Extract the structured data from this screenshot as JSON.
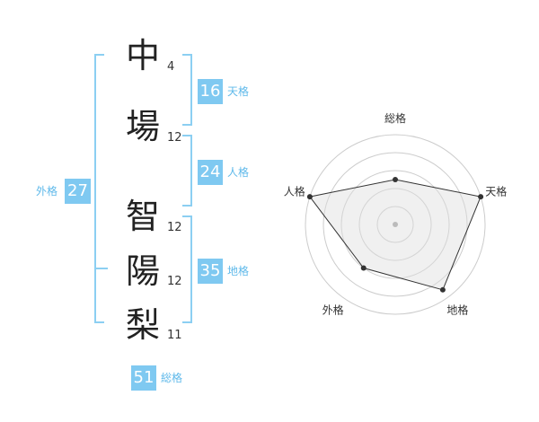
{
  "name": {
    "chars": [
      {
        "char": "中",
        "strokes": "4"
      },
      {
        "char": "場",
        "strokes": "12"
      },
      {
        "char": "智",
        "strokes": "12"
      },
      {
        "char": "陽",
        "strokes": "12"
      },
      {
        "char": "梨",
        "strokes": "11"
      }
    ]
  },
  "kakusu": {
    "tenkaku": {
      "value": "16",
      "label": "天格"
    },
    "jinkaku": {
      "value": "24",
      "label": "人格"
    },
    "chikaku": {
      "value": "35",
      "label": "地格"
    },
    "gaikaku": {
      "value": "27",
      "label": "外格"
    },
    "soukaku": {
      "value": "51",
      "label": "総格"
    }
  },
  "colors": {
    "accent": "#7fc9f1",
    "bracket": "#8ccff2",
    "polygon_fill": "#dddddd",
    "ring": "#cccccc"
  },
  "chart_data": {
    "type": "radar",
    "axes": [
      "総格",
      "天格",
      "地格",
      "外格",
      "人格"
    ],
    "max": 5,
    "values": [
      2.5,
      5,
      4.5,
      3,
      5
    ]
  }
}
